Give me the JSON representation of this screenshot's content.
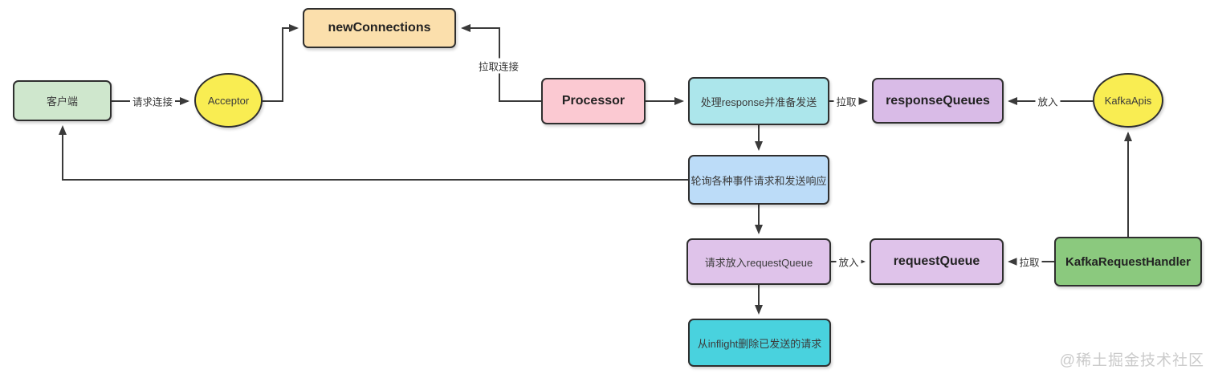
{
  "diagram": {
    "title": "Kafka request processing flow diagram",
    "watermark": "@稀土掘金技术社区",
    "colors": {
      "stroke": "#3a3a3a",
      "client_fill": "#cfe7cd",
      "acceptor_fill": "#f9ed52",
      "new_connections_fill": "#fbdfac",
      "processor_fill": "#fbc9d2",
      "handle_response_fill": "#ace6eb",
      "response_queues_fill": "#d9bbe7",
      "kafka_apis_fill": "#f9ed52",
      "poll_events_fill": "#bcdcf8",
      "put_request_fill": "#dfc3ea",
      "request_queue_fill": "#dfc3ea",
      "kafka_request_handler_fill": "#8bc97e",
      "remove_inflight_fill": "#49d2de"
    },
    "nodes": {
      "client": {
        "label": "客户端"
      },
      "acceptor": {
        "label": "Acceptor"
      },
      "new_connections": {
        "label": "newConnections"
      },
      "processor": {
        "label": "Processor"
      },
      "handle_response": {
        "label": "处理response并准备发送"
      },
      "response_queues": {
        "label": "responseQueues"
      },
      "kafka_apis": {
        "label": "KafkaApis"
      },
      "poll_events": {
        "label": "轮询各种事件请求和发送响应"
      },
      "put_request": {
        "label": "请求放入requestQueue"
      },
      "request_queue": {
        "label": "requestQueue"
      },
      "kafka_request_handler": {
        "label": "KafkaRequestHandler"
      },
      "remove_inflight": {
        "label": "从inflight删除已发送的请求"
      }
    },
    "edge_labels": {
      "request_connection": "请求连接",
      "pull_connection": "拉取连接",
      "pull_response": "拉取",
      "put_response": "放入",
      "put_request": "放入",
      "pull_request": "拉取"
    }
  }
}
